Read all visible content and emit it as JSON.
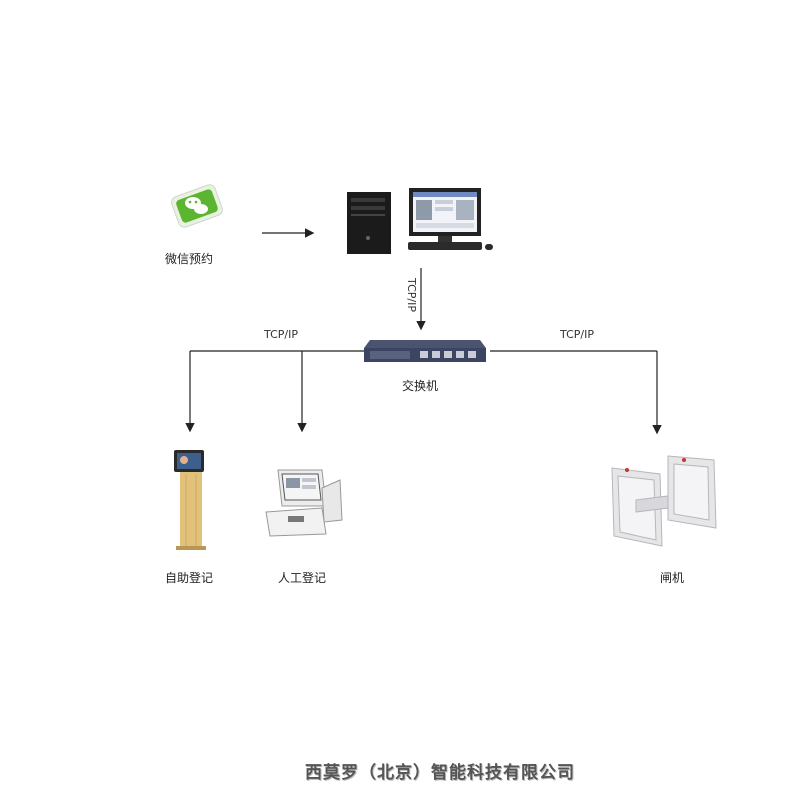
{
  "nodes": {
    "wechat": {
      "label": "微信预约",
      "icon": "wechat-phone-icon"
    },
    "server": {
      "icon": "desktop-computer-icon"
    },
    "switch": {
      "label": "交换机",
      "icon": "network-switch-icon"
    },
    "kiosk": {
      "label": "自助登记",
      "icon": "kiosk-terminal-icon"
    },
    "manual": {
      "label": "人工登记",
      "icon": "registration-terminal-icon"
    },
    "gate": {
      "label": "闸机",
      "icon": "turnstile-gate-icon"
    }
  },
  "links": {
    "server_switch": "TCP/IP",
    "switch_left": "TCP/IP",
    "switch_right": "TCP/IP"
  },
  "footer": {
    "company": "西莫罗（北京）智能科技有限公司"
  },
  "colors": {
    "line": "#222222",
    "accent_green": "#5cb531",
    "kiosk_gold": "#e2c27a"
  }
}
